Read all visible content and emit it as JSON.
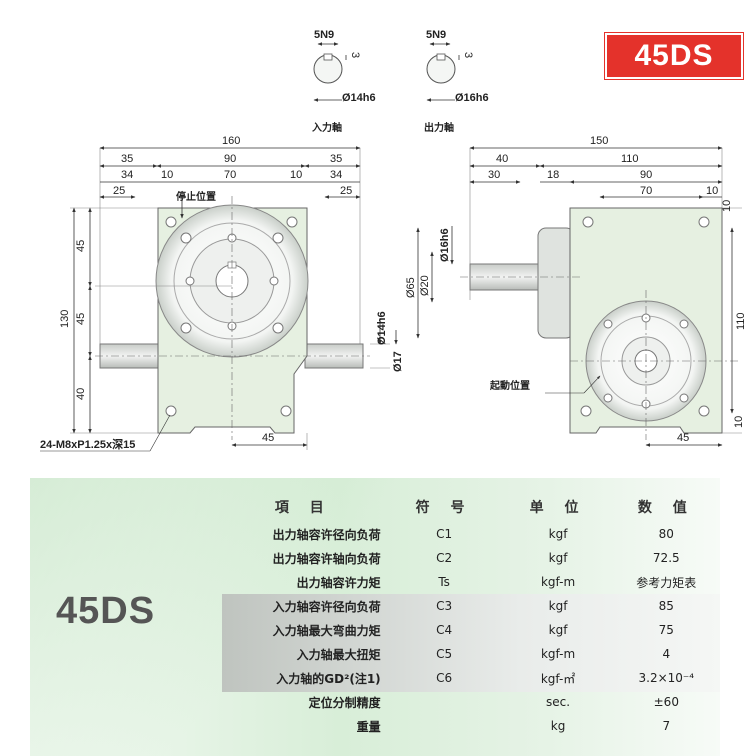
{
  "badge": "45DS",
  "model_label": "45DS",
  "keyway_input": {
    "key": "5N9",
    "depth": "3",
    "dia": "Ø14h6",
    "caption": "入力軸"
  },
  "keyway_output": {
    "key": "5N9",
    "depth": "3",
    "dia": "Ø16h6",
    "caption": "出力軸"
  },
  "front": {
    "overall": "160",
    "row2": [
      "35",
      "90",
      "35"
    ],
    "row3": [
      "34",
      "10",
      "70",
      "10",
      "34"
    ],
    "row4": [
      "25",
      "25"
    ],
    "vertical_left": [
      "45",
      "130",
      "45",
      "40"
    ],
    "shaft_dias": [
      "Ø14h6",
      "Ø17"
    ],
    "bottom": "45",
    "stop_label": "停止位置",
    "thread_note": "24-M8xP1.25x深15"
  },
  "side": {
    "overall": "150",
    "row2": [
      "40",
      "110"
    ],
    "row3": [
      "30",
      "18",
      "90"
    ],
    "row4": [
      "70",
      "10"
    ],
    "dias": [
      "Ø65",
      "Ø20",
      "Ø16h6"
    ],
    "right": [
      "10",
      "110",
      "10"
    ],
    "bottom": "45",
    "start_label": "起動位置"
  },
  "table": {
    "headers": [
      "項 目",
      "符 号",
      "单 位",
      "数 值"
    ],
    "rows": [
      {
        "item": "出力轴容许径向负荷",
        "symbol": "C1",
        "unit": "kgf",
        "value": "80"
      },
      {
        "item": "出力轴容许轴向负荷",
        "symbol": "C2",
        "unit": "kgf",
        "value": "72.5"
      },
      {
        "item": "出力轴容许力矩",
        "symbol": "Ts",
        "unit": "kgf-m",
        "value": "参考力矩表"
      },
      {
        "item": "入力轴容许径向负荷",
        "symbol": "C3",
        "unit": "kgf",
        "value": "85"
      },
      {
        "item": "入力轴最大弯曲力矩",
        "symbol": "C4",
        "unit": "kgf",
        "value": "75"
      },
      {
        "item": "入力轴最大扭矩",
        "symbol": "C5",
        "unit": "kgf-m",
        "value": "4"
      },
      {
        "item": "入力轴的GD²(注1)",
        "symbol": "C6",
        "unit": "kgf-㎡",
        "value": "3.2×10⁻⁴"
      },
      {
        "item": "定位分制精度",
        "symbol": "",
        "unit": "sec.",
        "value": "±60"
      },
      {
        "item": "重量",
        "symbol": "",
        "unit": "kg",
        "value": "7"
      }
    ]
  },
  "colors": {
    "housing": "#e6f0e1",
    "badge": "#e4322b",
    "panel": "#d8eed8"
  }
}
